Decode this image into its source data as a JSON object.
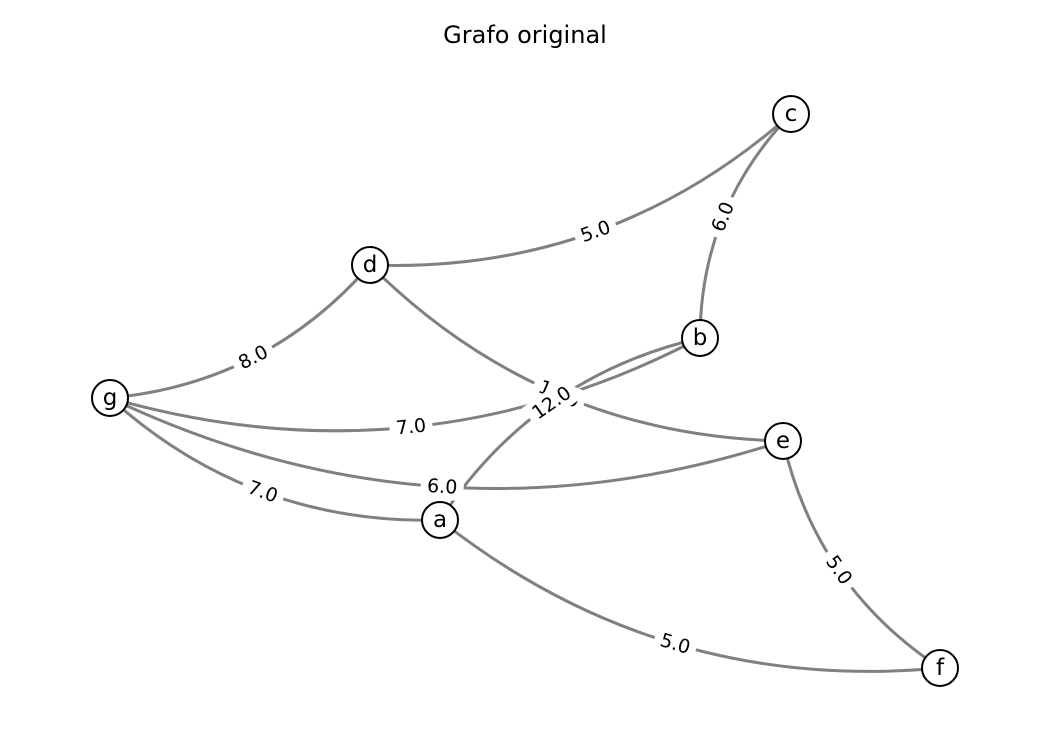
{
  "title": "Grafo original",
  "colors": {
    "edge": "#808080",
    "node_fill": "#ffffff",
    "node_stroke": "#000000",
    "text": "#000000"
  },
  "nodes": [
    "g",
    "d",
    "c",
    "b",
    "e",
    "a",
    "f"
  ],
  "edges": [
    {
      "source": "g",
      "target": "d",
      "label": "8.0"
    },
    {
      "source": "g",
      "target": "b",
      "label": "7.0"
    },
    {
      "source": "g",
      "target": "e",
      "label": "6.0"
    },
    {
      "source": "g",
      "target": "a",
      "label": "7.0"
    },
    {
      "source": "d",
      "target": "c",
      "label": "5.0"
    },
    {
      "source": "d",
      "target": "e",
      "label": "11.0"
    },
    {
      "source": "c",
      "target": "b",
      "label": "6.0"
    },
    {
      "source": "b",
      "target": "a",
      "label": "12.0"
    },
    {
      "source": "e",
      "target": "f",
      "label": "5.0"
    },
    {
      "source": "a",
      "target": "f",
      "label": "5.0"
    }
  ]
}
